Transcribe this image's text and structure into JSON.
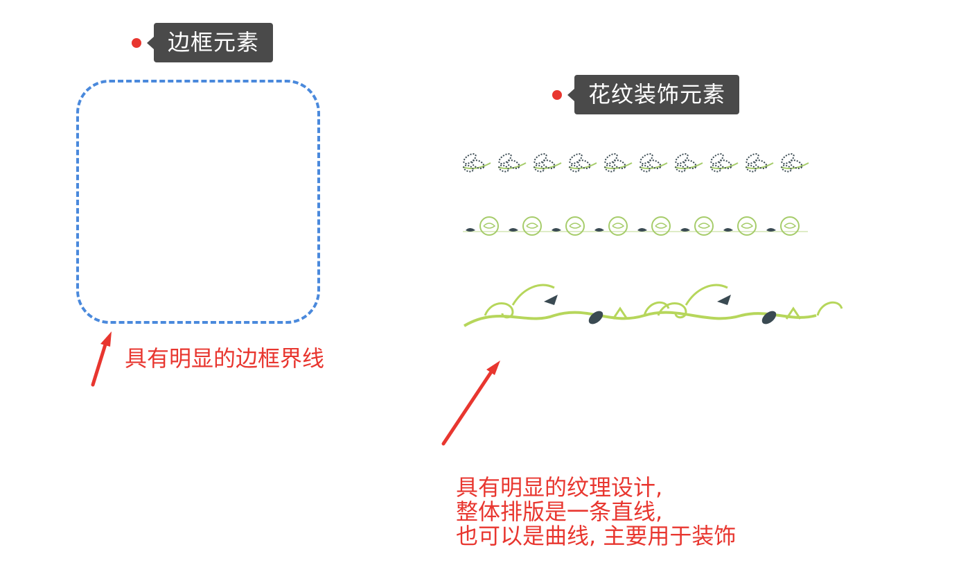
{
  "tags": {
    "border": "边框元素",
    "pattern": "花纹装饰元素"
  },
  "notes": {
    "border": "具有明显的边框界线",
    "pattern_lines": [
      "具有明显的纹理设计,",
      "整体排版是一条直线,",
      "也可以是曲线, 主要用于装饰"
    ]
  },
  "colors": {
    "accent_red": "#e8362f",
    "tag_bg": "#4a4a4a",
    "frame_blue": "#4a89dc",
    "leaf_dark": "#3a4a52",
    "leaf_light": "#a6cc6a",
    "vine_green": "#b6d65b"
  },
  "icons": {
    "arrow": "arrow-up-right",
    "bullet": "red-dot"
  }
}
